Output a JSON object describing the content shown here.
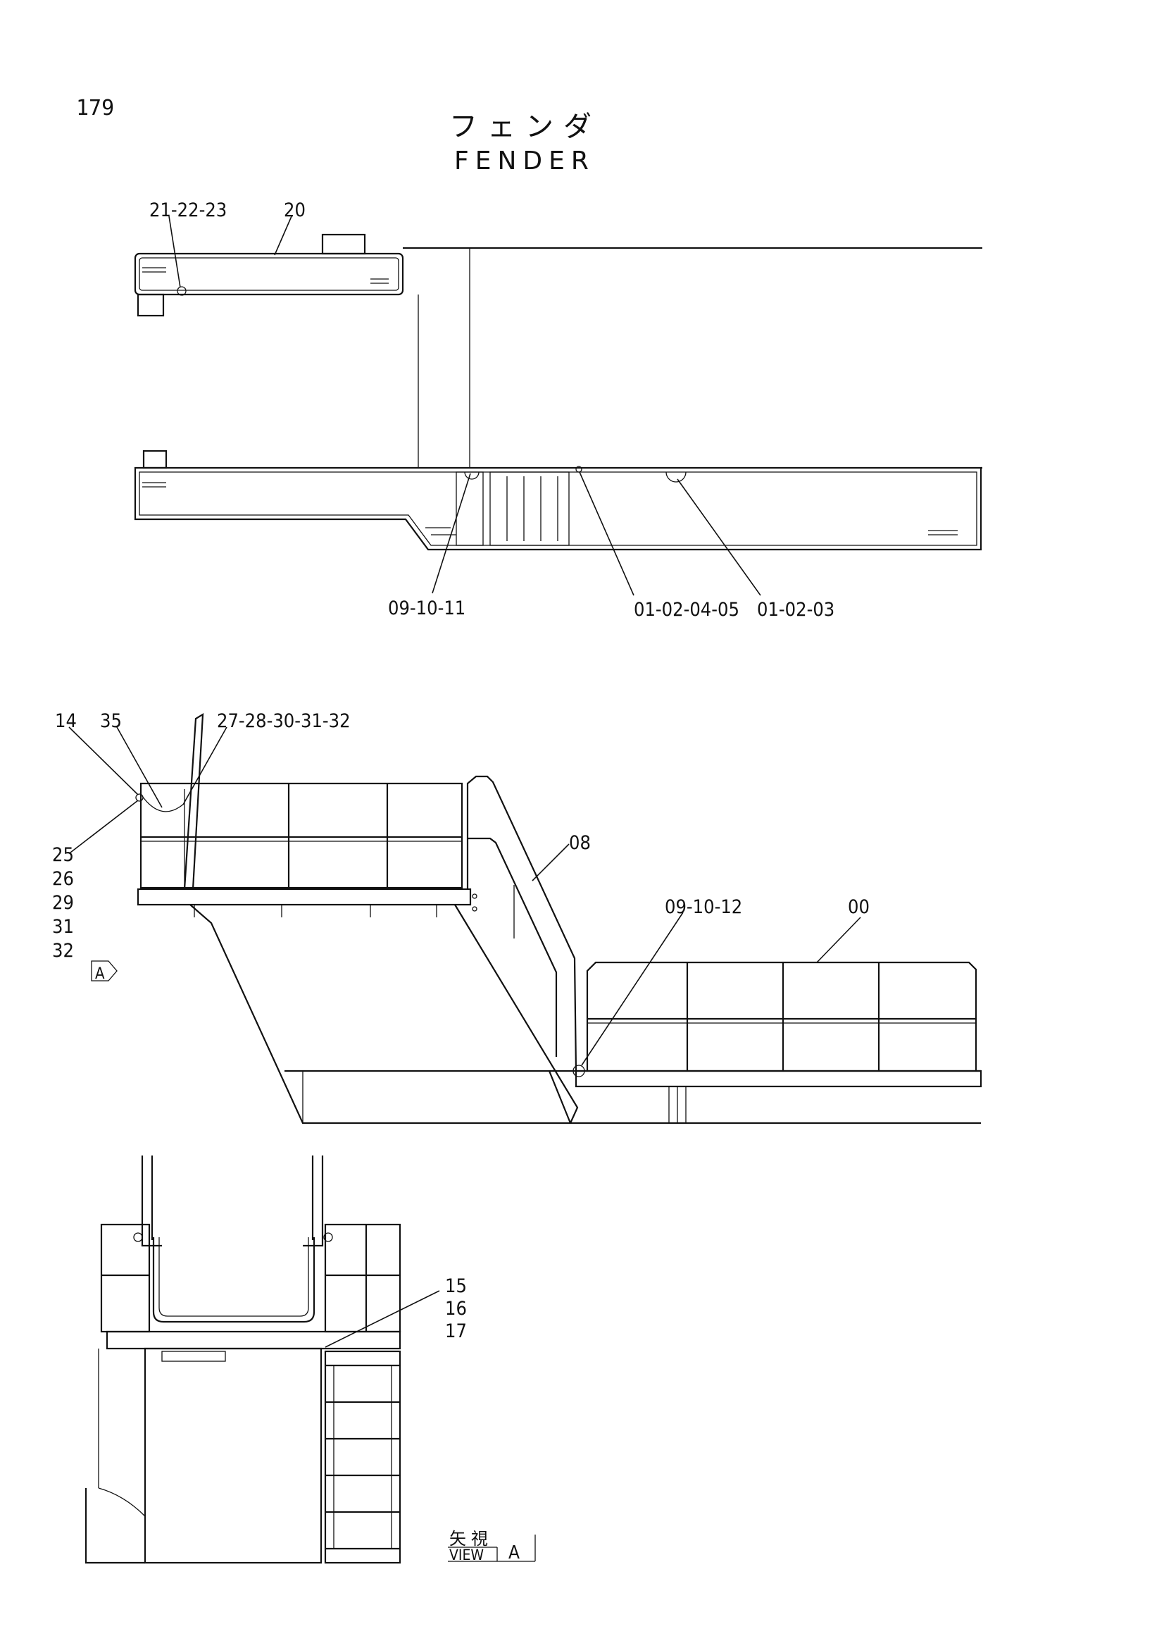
{
  "page_number": "179",
  "title_jp": "フェンダ",
  "title_en": "FENDER",
  "view_a": {
    "marker": "A",
    "kanji": "矢 視",
    "caption_prefix": "VIEW",
    "caption_letter": "A"
  },
  "callouts": {
    "c_21_22_23": "21-22-23",
    "c_20": "20",
    "c_09_10_11": "09-10-11",
    "c_01_02_04_05": "01-02-04-05",
    "c_01_02_03": "01-02-03",
    "c_14": "14",
    "c_35": "35",
    "c_27_28_30_31_32": "27-28-30-31-32",
    "c_08": "08",
    "c_09_10_12": "09-10-12",
    "c_00": "00",
    "c_25": "25",
    "c_26": "26",
    "c_29": "29",
    "c_31": "31",
    "c_32": "32",
    "c_15": "15",
    "c_16": "16",
    "c_17": "17"
  }
}
